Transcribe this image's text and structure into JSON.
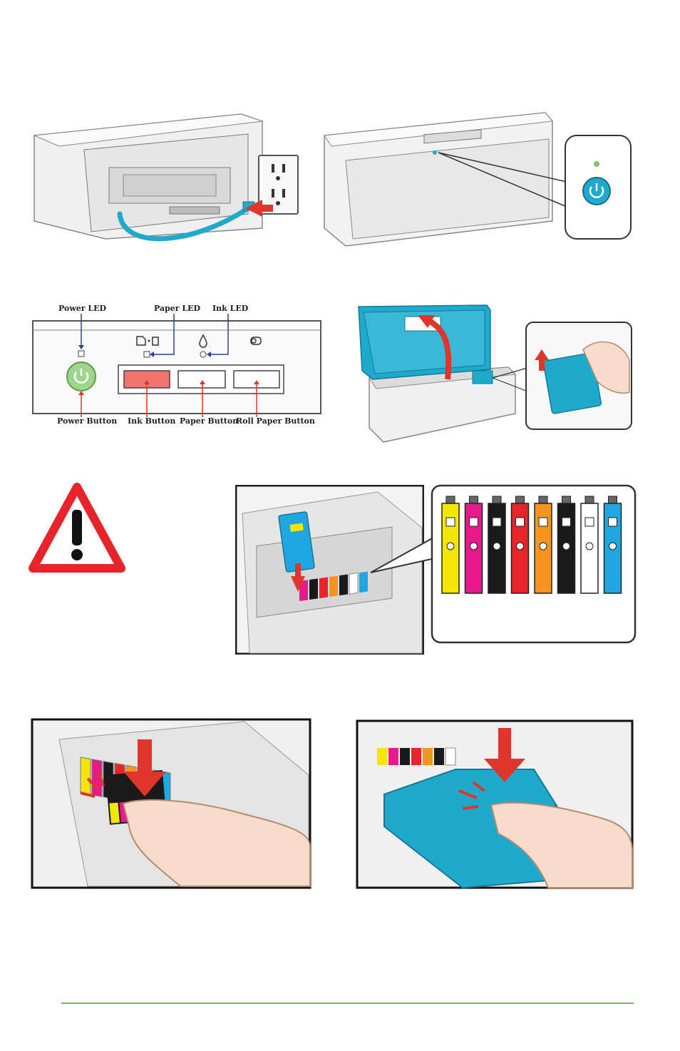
{
  "control_panel": {
    "labels": {
      "power_led": "Power LED",
      "paper_led": "Paper LED",
      "ink_led": "Ink LED",
      "power_button": "Power Button",
      "ink_button": "Ink Button",
      "paper_button": "Paper Button",
      "roll_paper_button": "Roll Paper Button"
    }
  },
  "ink_cartridges": {
    "colors": [
      "#f5e600",
      "#e8198b",
      "#1a1a1a",
      "#e8232a",
      "#f7941d",
      "#1a1a1a",
      "#ffffff",
      "#1ea7e0"
    ]
  },
  "colors": {
    "accent_teal": "#1fa9cc",
    "warning_red": "#e8232a",
    "power_green": "#7dc36b",
    "footer_green": "#6cbf4a",
    "arrow_red": "#e0352b",
    "led_blue": "#2e3f9c"
  },
  "icons": {
    "power": "power-icon",
    "warning": "warning-triangle-icon",
    "ink_drop": "ink-drop-icon",
    "paper_cancel": "paper-cancel-icon",
    "roll_paper": "roll-paper-icon"
  }
}
